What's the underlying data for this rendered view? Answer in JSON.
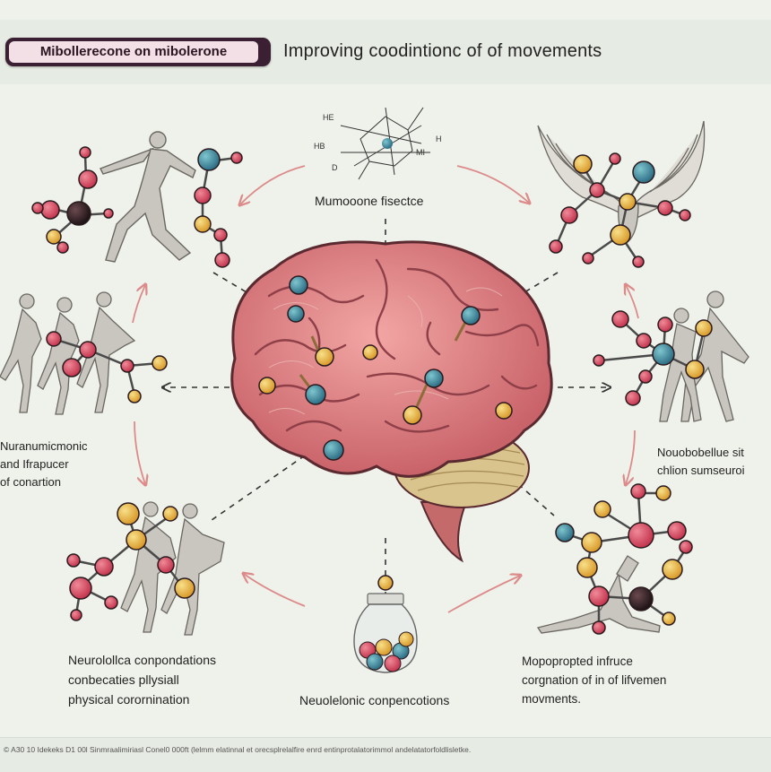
{
  "header": {
    "pill_label": "Mibollerecone on mibolerone",
    "title": "Improving coodintionc of of movements"
  },
  "center": {
    "label": "Mumooone fisectce",
    "atom_labels": [
      "HE",
      "HB",
      "MI",
      "D",
      "H"
    ]
  },
  "left_label": [
    "Nuranumicmonic",
    "and Ifrapucer",
    "of conartion"
  ],
  "right_label": [
    "Nouobobellue sit",
    "chlion sumseuroi"
  ],
  "bottom_left_label": [
    "Neurolollca conpondations",
    "conbecaties pllysiall",
    "physical corornination"
  ],
  "bottom_center_label": "Neuolelonic conpencotions",
  "bottom_right_label": [
    "Mopopropted infruce",
    "corgnation of in of lifvemen",
    "movments."
  ],
  "footer": "© A30 10 Idekeks D1 00l Sinmraalimiriasl Conel0 000ft (lelmm elatinnal et orecsplrelalfire enrd entinprotalatorimmol andelatatorfoldlisletke."
}
